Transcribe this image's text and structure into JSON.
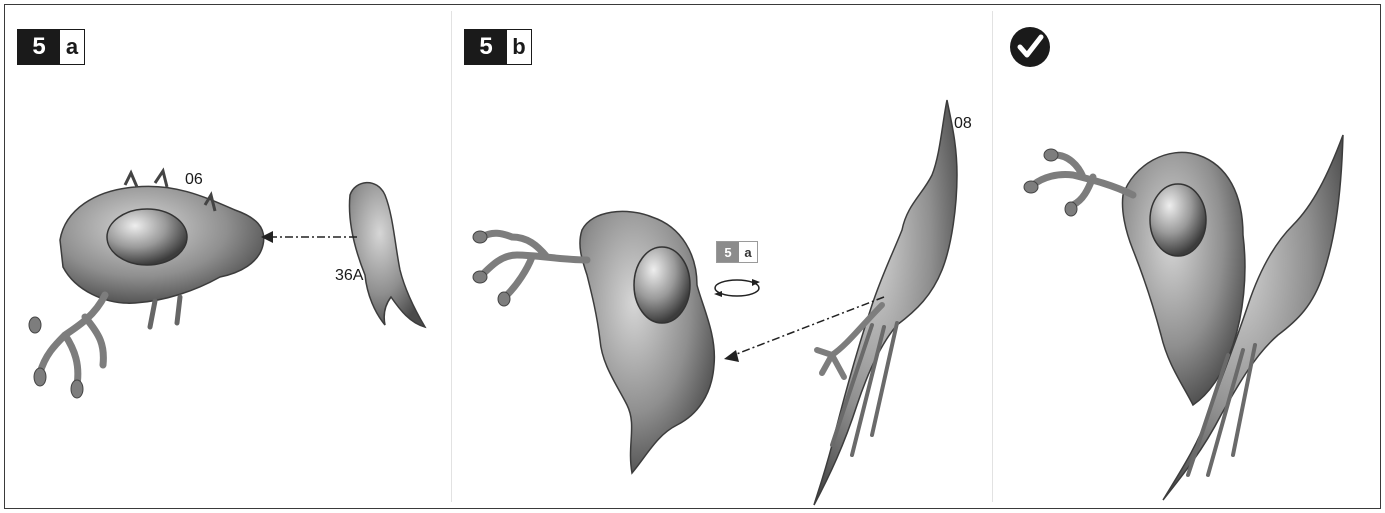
{
  "steps": [
    {
      "number": "5",
      "sub": "a"
    },
    {
      "number": "5",
      "sub": "b"
    }
  ],
  "reference_badge": {
    "number": "5",
    "sub": "a"
  },
  "part_labels": {
    "p06": "06",
    "p36a": "36A",
    "p08": "08"
  },
  "icons": {
    "complete": "checkmark-circle-icon",
    "rotate": "rotate-icon"
  },
  "colors": {
    "badge_dark": "#1a1a1a",
    "part_gray": "#8e8e8e",
    "border": "#3a3a3a"
  }
}
